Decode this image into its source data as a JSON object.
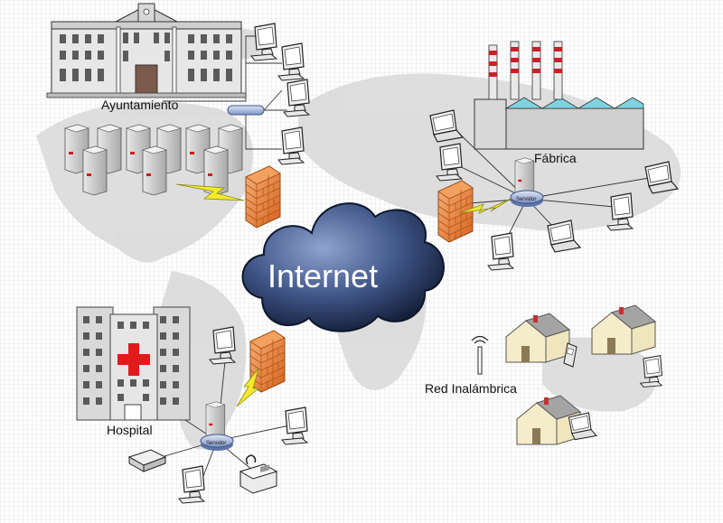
{
  "labels": {
    "internet": "Internet",
    "city_hall": "Ayuntamiento",
    "factory": "Fábrica",
    "hospital": "Hospital",
    "wireless": "Red Inalámbrica"
  },
  "server_tags": {
    "factory_server": "Servidor",
    "hospital_server": "Servidor"
  },
  "icons": [
    "city-hall-building-icon",
    "server-rack-icon",
    "firewall-icon",
    "lightning-link-icon",
    "cloud-icon",
    "factory-icon",
    "hospital-icon",
    "house-icon",
    "antenna-icon",
    "computer-monitor-icon",
    "laptop-icon",
    "printer-icon",
    "fax-icon",
    "phone-icon",
    "network-hub-icon"
  ],
  "colors": {
    "background": "#ffffff",
    "grid": "#cfcfcf",
    "map": "#dcdcdc",
    "firewall": "#e77a2c",
    "lightning": "#f2ea2a",
    "cloud_dark": "#1c2a4a",
    "cloud_light": "#6f86b8",
    "hospital_cross": "#e01b1b",
    "house_wall": "#f5edc9",
    "roof": "#9d9d9d",
    "server_gray": "#cfcfcf",
    "chimney_red": "#c8202a",
    "factory_roof": "#7fd3df"
  }
}
